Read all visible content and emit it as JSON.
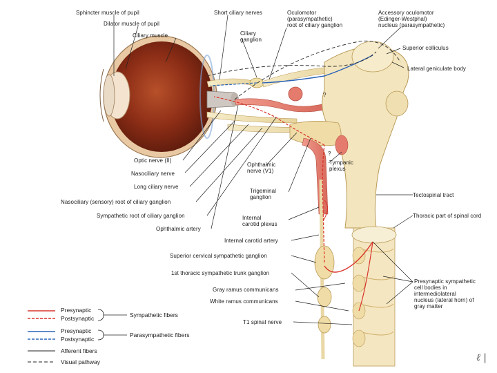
{
  "labels": {
    "sphincter": "Sphincter muscle of pupil",
    "dilator": "Dilator muscle of pupil",
    "ciliary_muscle": "Ciliary muscle",
    "short_ciliary": "Short ciliary nerves",
    "oculomotor": "Oculomotor\n(parasympathetic)\nroot of ciliary ganglion",
    "ciliary_ganglion": "Ciliary\nganglion",
    "accessory_oculomotor": "Accessory oculomotor\n(Edinger-Westphal)\nnucleus (parasympathetic)",
    "superior_colliculus": "Superior colliculus",
    "lateral_geniculate": "Lateral geniculate body",
    "question_upper": "?",
    "question_lower": "?",
    "optic_nerve": "Optic nerve (II)",
    "nasociliary": "Nasociliary nerve",
    "long_ciliary": "Long ciliary nerve",
    "nasociliary_root": "Nasociliary (sensory) root of ciliary ganglion",
    "sympathetic_root": "Sympathetic root of ciliary ganglion",
    "ophthalmic_artery": "Ophthalmic artery",
    "ophthalmic_nerve": "Ophthalmic\nnerve (V1)",
    "tympanic": "Tympanic\nplexus",
    "trigeminal": "Trigeminal\nganglion",
    "tectospinal": "Tectospinal tract",
    "internal_carotid_plexus": "Internal\ncarotid plexus",
    "thoracic_spinal": "Thoracic part of spinal cord",
    "internal_carotid_artery": "Internal carotid artery",
    "superior_cervical": "Superior cervical sympathetic ganglion",
    "first_thoracic": "1st thoracic sympathetic trunk ganglion",
    "gray_ramus": "Gray ramus communicans",
    "white_ramus": "White ramus communicans",
    "t1_spinal": "T1 spinal nerve",
    "presynaptic_cells": "Presynaptic sympathetic\ncell bodies in\nintermediolateral\nnucleus (lateral horn) of\ngray matter"
  },
  "legend": {
    "sym_pre": "Presynaptic",
    "sym_post": "Postsynaptic",
    "sym_title": "Sympathetic fibers",
    "para_pre": "Presynaptic",
    "para_post": "Postsynaptic",
    "para_title": "Parasympathetic fibers",
    "afferent": "Afferent fibers",
    "visual": "Visual pathway"
  },
  "colors": {
    "sympathetic": "#d9342b",
    "parasympathetic": "#2a63b8",
    "nerve": "#f1e3b6",
    "vessel": "#e8857a"
  }
}
